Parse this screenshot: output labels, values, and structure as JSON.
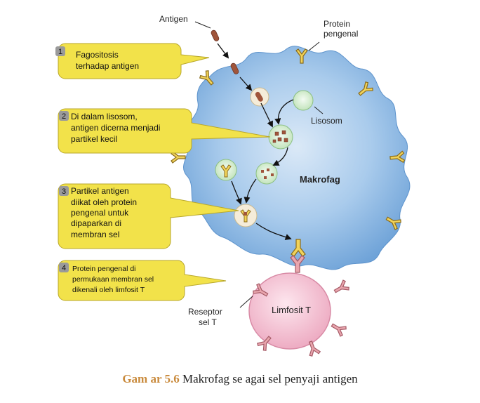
{
  "labels": {
    "antigen": "Antigen",
    "protein_pengenal_1": "Protein",
    "protein_pengenal_2": "pengenal",
    "lisosom": "Lisosom",
    "makrofag": "Makrofag",
    "limfosit": "Limfosit T",
    "reseptor_1": "Reseptor",
    "reseptor_2": "sel T"
  },
  "steps": [
    {
      "num": "1",
      "lines": [
        "Fagositosis",
        "terhadap antigen"
      ]
    },
    {
      "num": "2",
      "lines": [
        "Di dalam lisosom,",
        "antigen dicerna menjadi",
        "partikel kecil"
      ]
    },
    {
      "num": "3",
      "lines": [
        "Partikel antigen",
        "diikat oleh protein",
        "pengenal untuk",
        "dipaparkan di",
        "membran sel"
      ]
    },
    {
      "num": "4",
      "lines": [
        "Protein pengenal di",
        "permukaan membran sel",
        "dikenali oleh limfosit T"
      ]
    }
  ],
  "caption": {
    "number": "Gam   ar 5.6",
    "text": " Makrofag se   agai sel penyaji antigen"
  },
  "colors": {
    "macrophage": "#8fbbe6",
    "callout": "#f2e24a",
    "lymphocyte": "#f4b9cc",
    "receptor": "#e3a3a8",
    "antigen": "#9b5a3f",
    "caption_accent": "#c98a3c"
  }
}
